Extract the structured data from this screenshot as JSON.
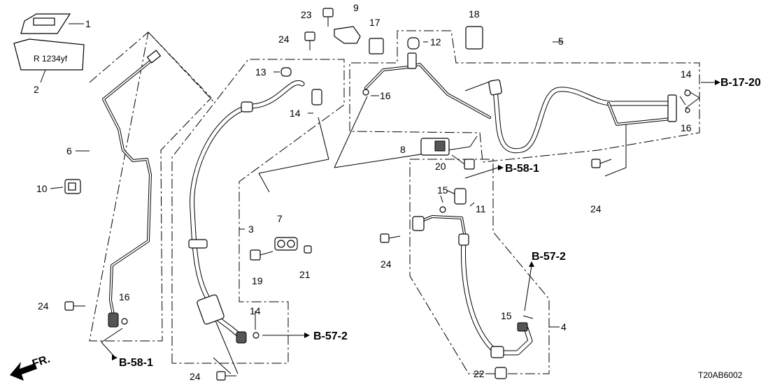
{
  "diagram": {
    "code": "T20AB6002",
    "front_label": "FR.",
    "callouts": [
      {
        "id": "c1",
        "text": "1"
      },
      {
        "id": "c2",
        "text": "2"
      },
      {
        "id": "c3",
        "text": "3"
      },
      {
        "id": "c4",
        "text": "4"
      },
      {
        "id": "c5",
        "text": "5"
      },
      {
        "id": "c6",
        "text": "6"
      },
      {
        "id": "c7",
        "text": "7"
      },
      {
        "id": "c8",
        "text": "8"
      },
      {
        "id": "c9",
        "text": "9"
      },
      {
        "id": "c10",
        "text": "10"
      },
      {
        "id": "c11",
        "text": "11"
      },
      {
        "id": "c12",
        "text": "12"
      },
      {
        "id": "c13",
        "text": "13"
      },
      {
        "id": "c14a",
        "text": "14"
      },
      {
        "id": "c14b",
        "text": "14"
      },
      {
        "id": "c14c",
        "text": "14"
      },
      {
        "id": "c15a",
        "text": "15"
      },
      {
        "id": "c15b",
        "text": "15"
      },
      {
        "id": "c16a",
        "text": "16"
      },
      {
        "id": "c16b",
        "text": "16"
      },
      {
        "id": "c16c",
        "text": "16"
      },
      {
        "id": "c17",
        "text": "17"
      },
      {
        "id": "c18",
        "text": "18"
      },
      {
        "id": "c19",
        "text": "19"
      },
      {
        "id": "c20",
        "text": "20"
      },
      {
        "id": "c21",
        "text": "21"
      },
      {
        "id": "c22",
        "text": "22"
      },
      {
        "id": "c23",
        "text": "23"
      },
      {
        "id": "c24a",
        "text": "24"
      },
      {
        "id": "c24b",
        "text": "24"
      },
      {
        "id": "c24c",
        "text": "24"
      },
      {
        "id": "c24d",
        "text": "24"
      },
      {
        "id": "c24e",
        "text": "24"
      }
    ],
    "references": [
      {
        "id": "r1",
        "text": "B-17-20"
      },
      {
        "id": "r2",
        "text": "B-58-1"
      },
      {
        "id": "r3",
        "text": "B-57-2"
      },
      {
        "id": "r4",
        "text": "B-57-2"
      },
      {
        "id": "r5",
        "text": "B-58-1"
      }
    ]
  }
}
